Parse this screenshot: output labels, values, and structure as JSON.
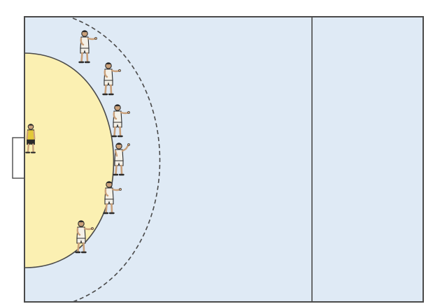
{
  "diagram": {
    "kind": "handball-court-half",
    "colors": {
      "page_background": "#ffffff",
      "court_fill": "#dfeaf5",
      "goal_area_fill": "#fbf0b2",
      "court_lines": "#4a4a4a",
      "player_shirt": "#f4f1e8",
      "player_skin": "#c9a07a",
      "player_outline": "#2b2b2b",
      "goalkeeper_shirt": "#e3c93a",
      "goalkeeper_shorts": "#2a2a2a"
    },
    "lines": {
      "goal_area_line": "solid",
      "free_throw_line": "dashed",
      "center_line": "solid"
    },
    "players": [
      {
        "role": "goalkeeper",
        "pose": "standing"
      },
      {
        "role": "defender",
        "pose": "arms-forward"
      },
      {
        "role": "defender",
        "pose": "arms-forward"
      },
      {
        "role": "defender",
        "pose": "arms-forward"
      },
      {
        "role": "defender",
        "pose": "arms-raised"
      },
      {
        "role": "defender",
        "pose": "arms-forward"
      },
      {
        "role": "defender",
        "pose": "arms-forward"
      }
    ]
  }
}
